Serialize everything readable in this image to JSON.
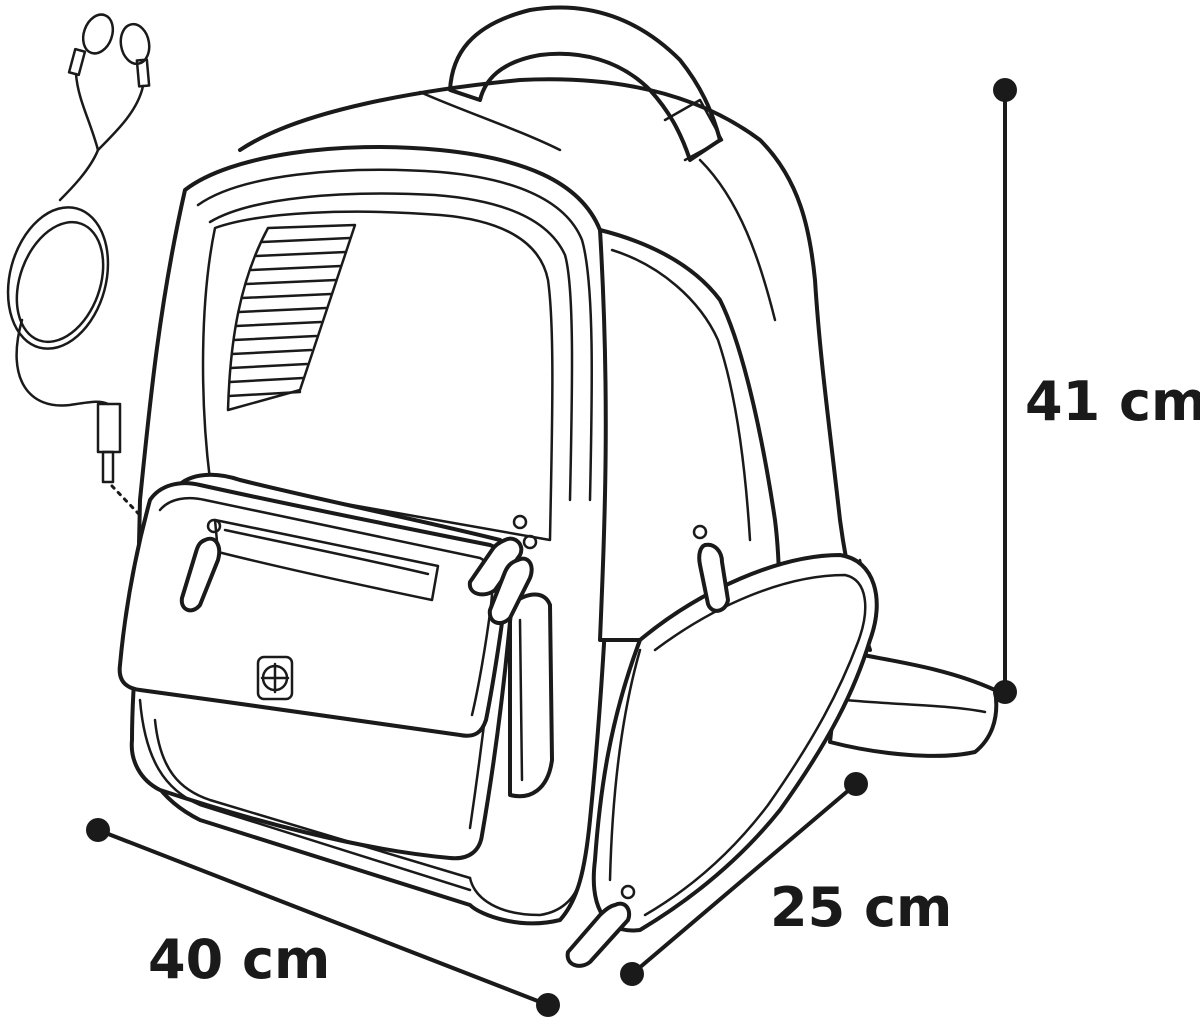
{
  "dimensions": {
    "height_label": "41 cm",
    "width_label": "40 cm",
    "depth_label": "25 cm"
  },
  "colors": {
    "line": "#1a1a1a",
    "background": "#ffffff"
  },
  "icons": {
    "earphones": "earphones-icon",
    "logo": "brand-logo-icon"
  }
}
